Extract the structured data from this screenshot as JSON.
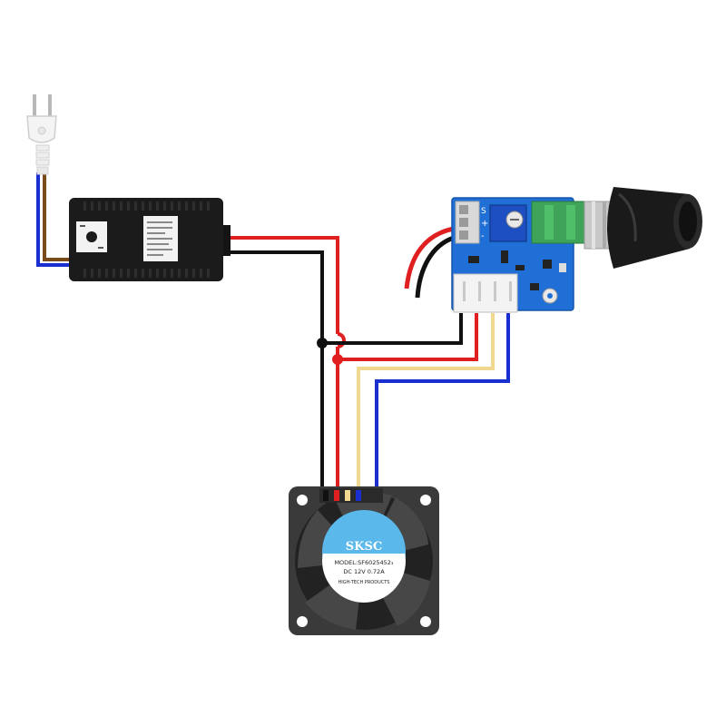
{
  "colors": {
    "wire_red": "#e02020",
    "wire_black": "#111111",
    "wire_yellow": "#f0d890",
    "wire_blue": "#1a2fd0",
    "wire_brown": "#7a4a1a",
    "board_blue": "#1f6fd6",
    "connector_green": "#3fa45a",
    "adapter_black": "#1b1b1b",
    "fan_body": "#3a3a3a",
    "fan_label_bg": "#5bb8ea"
  },
  "controller": {
    "pin_s": "S",
    "pin_plus": "+",
    "pin_minus": "-"
  },
  "fan": {
    "brand": "SKSC",
    "model": "MODEL:SF6025452₃",
    "rating": "DC 12V 0.72A",
    "maker": "HIGH-TECH PRODUCTS"
  }
}
